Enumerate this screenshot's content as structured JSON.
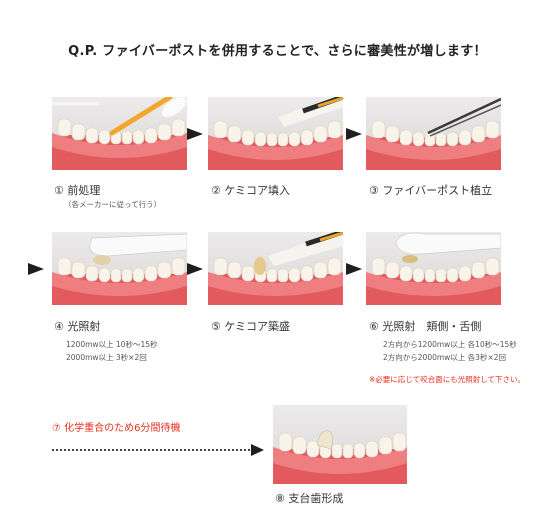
{
  "headline": "Q.P. ファイバーポストを併用することで、さらに審美性が増します！",
  "steps": [
    {
      "title": "① 前処理",
      "notes": [
        "（各メーカーに従って行う）"
      ]
    },
    {
      "title": "② ケミコア填入",
      "notes": []
    },
    {
      "title": "③ ファイバーポスト植立",
      "notes": []
    },
    {
      "title": "④ 光照射",
      "notes": [
        "1200mw以上 10秒～15秒",
        "2000mw以上 3秒×2回"
      ]
    },
    {
      "title": "⑤ ケミコア築盛",
      "notes": []
    },
    {
      "title": "⑥ 光照射　頬側・舌側",
      "notes": [
        "2方向から1200mw以上 各10秒～15秒",
        "2方向から2000mw以上 各3秒×2回"
      ]
    },
    {
      "title": "⑧ 支台歯形成",
      "notes": []
    }
  ],
  "red_note": "※必要に応じて咬合面にも光照射して下さい。",
  "wait_label": "⑦ 化学重合のため6分間待機"
}
